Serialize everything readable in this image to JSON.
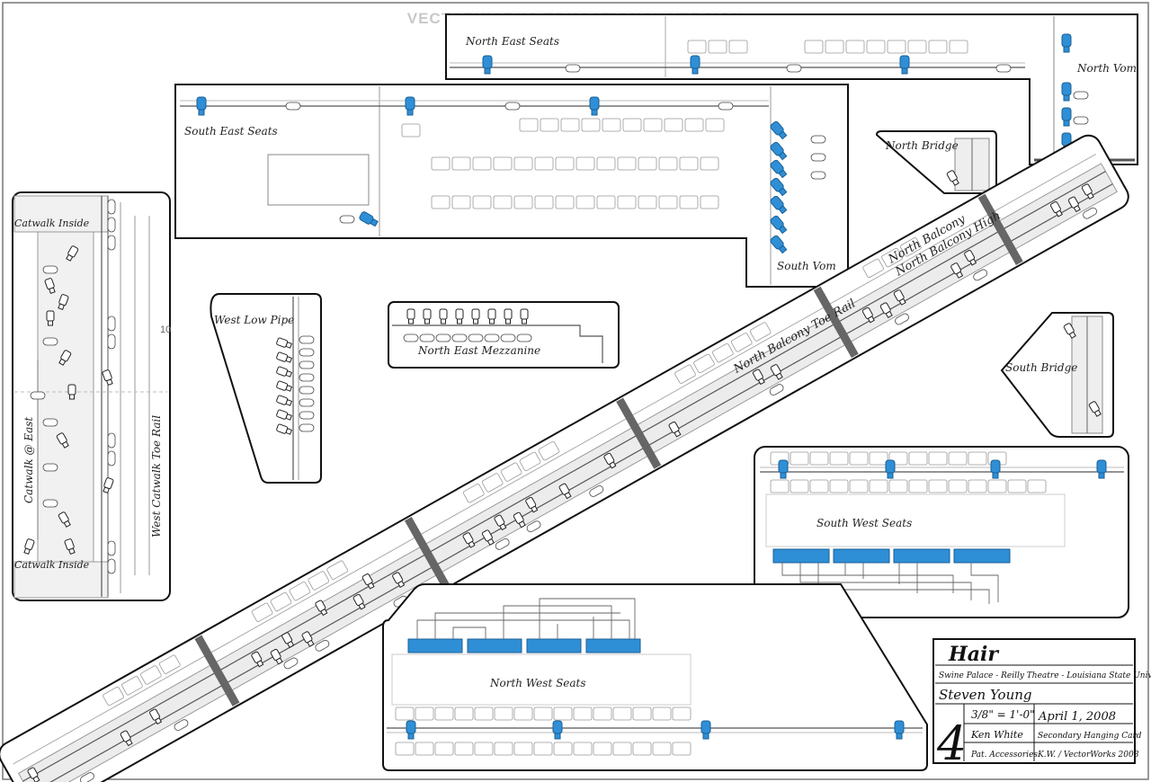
{
  "watermark": "VECTORWORKS EDUCATIONAL VERSION",
  "colors": {
    "accent": "#2f8fd6",
    "border": "#111111",
    "fill": "#eeeeee",
    "line": "#777777"
  },
  "areas": {
    "north_east_seats": "North East Seats",
    "north_vom": "North Vom",
    "south_east_seats": "South East Seats",
    "south_vom": "South Vom",
    "north_bridge": "North Bridge",
    "south_bridge": "South Bridge",
    "catwalk_inside_top": "Catwalk Inside",
    "catwalk_east": "Catwalk @ East",
    "catwalk_inside_bottom": "Catwalk Inside",
    "west_catwalk_toe_rail": "West Catwalk Toe Rail",
    "west_low_pipe": "West Low Pipe",
    "north_east_mezzanine": "North East Mezzanine",
    "north_balcony_toe_rail": "North Balcony Toe Rail",
    "north_balcony": "North Balcony",
    "north_balcony_high": "North Balcony High",
    "south_west_seats": "South West Seats",
    "north_west_seats": "North West Seats",
    "mark_10": "10"
  },
  "title_block": {
    "show": "Hair",
    "venue": "Swine Palace - Reilly Theatre - Louisiana State University",
    "designer": "Steven Young",
    "scale": "3/8\" = 1'-0\"",
    "date": "April 1, 2008",
    "drawn_by": "Ken White",
    "drawing_title": "Secondary Hanging Card",
    "assistant": "Pat. Accessories",
    "software": "K.W. / VectorWorks 2008",
    "sheet_number": "4"
  }
}
